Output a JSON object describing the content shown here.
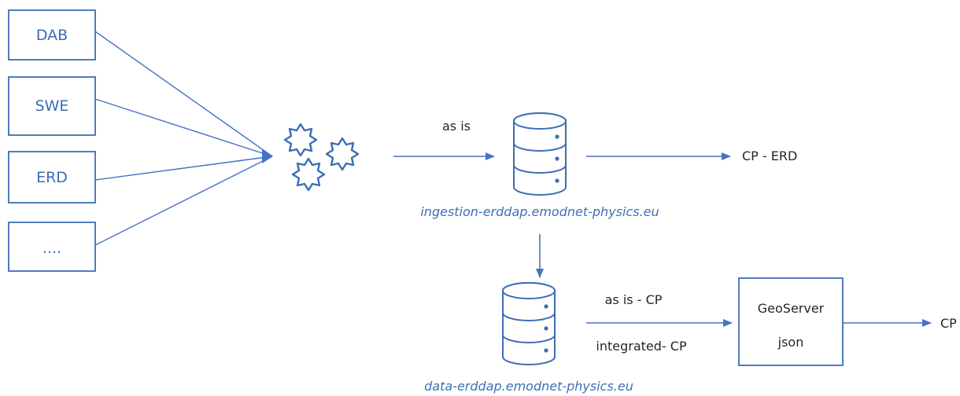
{
  "colors": {
    "accent": "#4472C4",
    "box_stroke": "#3C6DB5",
    "text_dark": "#262626",
    "url_text": "#3F6FB6",
    "arrow": "#4472C4",
    "background": "#FFFFFF"
  },
  "sources": [
    {
      "id": "dab",
      "label": "DAB"
    },
    {
      "id": "swe",
      "label": "SWE"
    },
    {
      "id": "erd",
      "label": "ERD"
    },
    {
      "id": "more",
      "label": "...."
    }
  ],
  "processing": {
    "icon": "gears-icon"
  },
  "ingestion": {
    "in_label": "as is",
    "db_icon": "database-icon",
    "url": "ingestion-erddap.emodnet-physics.eu",
    "out_label": "CP - ERD"
  },
  "data_server": {
    "db_icon": "database-icon",
    "url": "data-erddap.emodnet-physics.eu",
    "label_top": "as is - CP",
    "label_bottom": "integrated- CP"
  },
  "geoserver": {
    "title": "GeoServer",
    "format": "json",
    "out_label": "CP"
  }
}
